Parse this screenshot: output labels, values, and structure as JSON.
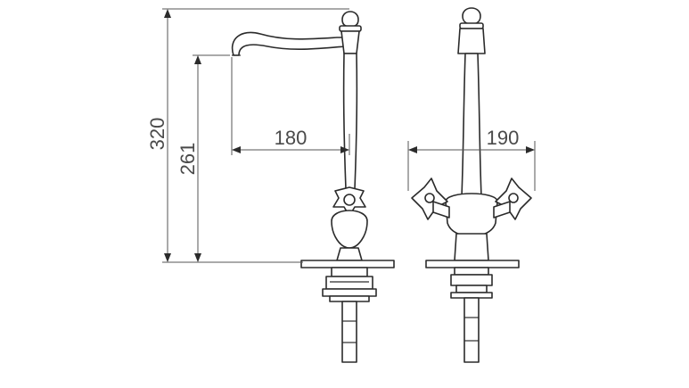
{
  "dimensions": {
    "overall_height": "320",
    "spout_height": "261",
    "spout_reach": "180",
    "handle_span": "190"
  }
}
